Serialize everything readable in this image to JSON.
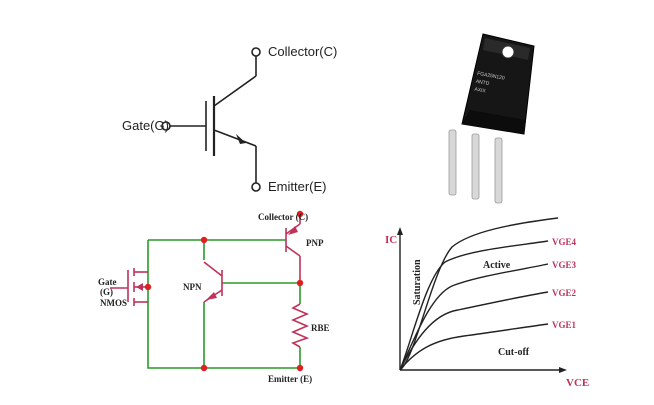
{
  "symbol": {
    "collector": "Collector(C)",
    "gate": "Gate(G)",
    "emitter": "Emitter(E)"
  },
  "package": {
    "marking_line1": "FGA25N120",
    "marking_line2": "ANTD",
    "marking_line3": "AXIX"
  },
  "equivalent": {
    "collector": "Collector (C)",
    "pnp": "PNP",
    "npn": "NPN",
    "gate_line1": "Gate",
    "gate_line2": "(G)",
    "nmos": "NMOS",
    "rbe": "RBE",
    "emitter": "Emitter (E)"
  },
  "characteristics": {
    "y_axis": "IC",
    "x_axis": "VCE",
    "saturation": "Saturation",
    "active": "Active",
    "cutoff": "Cut-off",
    "curves": [
      "VGE4",
      "VGE3",
      "VGE2",
      "VGE1"
    ]
  },
  "colors": {
    "wire": "#2a9a2a",
    "component": "#c0325a",
    "node": "#e02020",
    "ink": "#222222"
  }
}
